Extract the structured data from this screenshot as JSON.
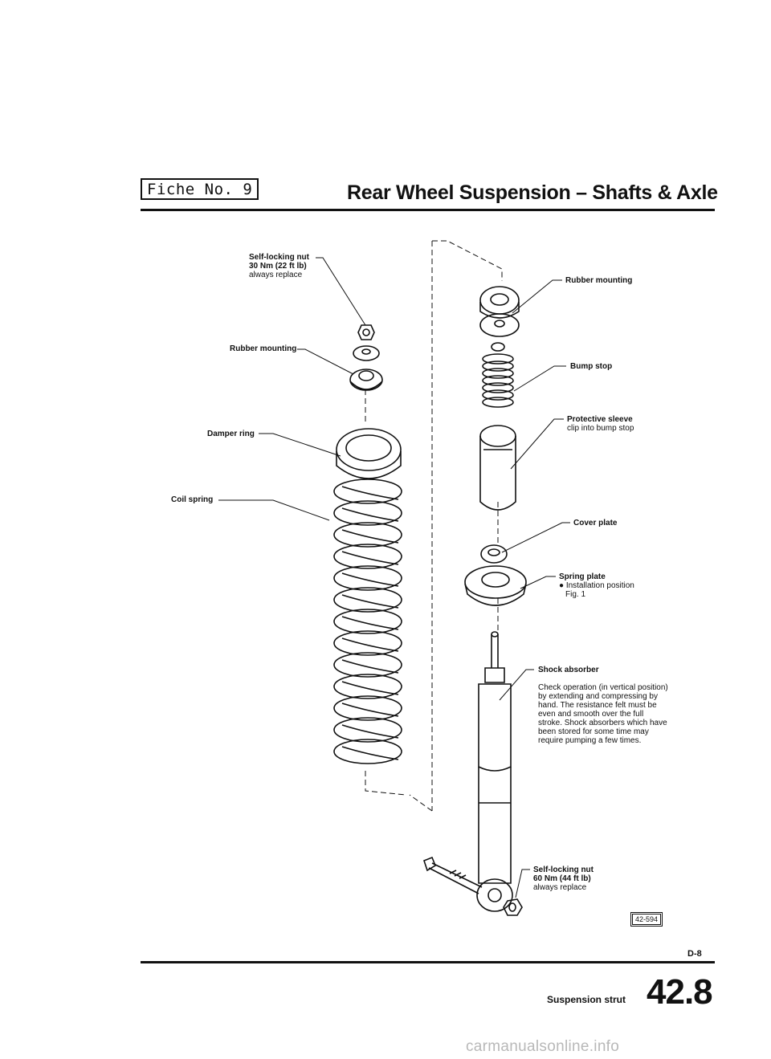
{
  "header": {
    "fiche": "Fiche No. 9",
    "title": "Rear Wheel Suspension – Shafts & Axle"
  },
  "callouts_left": {
    "self_locking_nut": {
      "name": "Self-locking nut",
      "torque": "30 Nm (22 ft lb)",
      "note": "always replace"
    },
    "rubber_mounting": "Rubber mounting",
    "damper_ring": "Damper ring",
    "coil_spring": "Coil spring"
  },
  "callouts_right": {
    "rubber_mounting": "Rubber mounting",
    "bump_stop": "Bump stop",
    "protective_sleeve": {
      "name": "Protective sleeve",
      "note": "clip into bump stop"
    },
    "cover_plate": "Cover plate",
    "spring_plate": {
      "name": "Spring plate",
      "note": "● Installation position",
      "ref": "Fig. 1"
    },
    "shock_absorber": {
      "name": "Shock absorber",
      "lines": [
        "Check operation (in vertical position)",
        "by extending and compressing by",
        "hand. The resistance felt must be",
        "even and smooth over the full",
        "stroke. Shock absorbers which have",
        "been stored for some time may",
        "require pumping a few times."
      ]
    },
    "self_locking_nut_lower": {
      "name": "Self-locking nut",
      "torque": "60 Nm (44 ft lb)",
      "note": "always replace"
    }
  },
  "figure_ref": "42-594",
  "footer": {
    "doc_code": "D-8",
    "section": "Suspension strut",
    "section_number": "42.8"
  },
  "watermark": "carmanualsonline.info",
  "colors": {
    "ink": "#111111",
    "paper": "#ffffff",
    "watermark": "#b8b8b8"
  }
}
